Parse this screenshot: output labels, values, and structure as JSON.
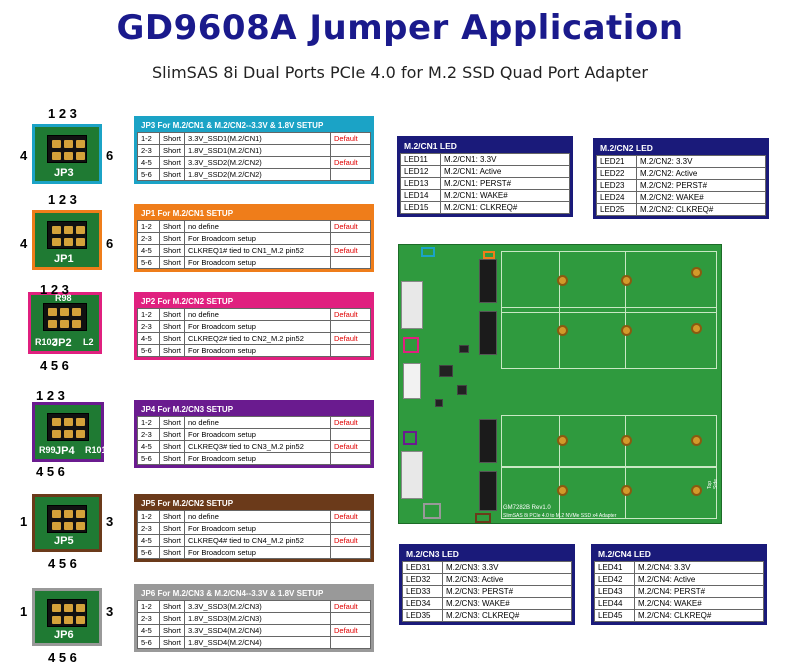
{
  "title": "GD9608A Jumper Application",
  "subtitle": "SlimSAS 8i Dual Ports PCIe 4.0 for M.2 SSD Quad Port Adapter",
  "colors": {
    "title": "#1a1a8c",
    "jp3": "#1ba3c6",
    "jp1": "#ef7d1a",
    "jp2": "#e0207f",
    "jp4": "#6a1b8f",
    "jp5": "#6b3a1a",
    "jp6": "#999999",
    "led": "#1a1a7a",
    "default": "#e00000"
  },
  "jumper_photos": [
    {
      "id": "jp3",
      "silk": "JP3",
      "top_labels": "1 2 3",
      "left_label": "4",
      "right_label": "6",
      "bottom_labels": ""
    },
    {
      "id": "jp1",
      "silk": "JP1",
      "top_labels": "1 2 3",
      "left_label": "4",
      "right_label": "6",
      "bottom_labels": ""
    },
    {
      "id": "jp2",
      "silk": "JP2",
      "silk2": "R102",
      "silk3": "L2",
      "silk4": "R98",
      "top_labels": "1 2 3",
      "left_label": "",
      "right_label": "",
      "bottom_labels": "4 5 6"
    },
    {
      "id": "jp4",
      "silk": "JP4",
      "silk2": "R99",
      "silk3": "R101",
      "top_labels": "1 2 3",
      "left_label": "",
      "right_label": "",
      "bottom_labels": "4 5 6"
    },
    {
      "id": "jp5",
      "silk": "JP5",
      "top_labels": "",
      "left_label": "1",
      "right_label": "3",
      "bottom_labels": "4 5 6"
    },
    {
      "id": "jp6",
      "silk": "JP6",
      "top_labels": "",
      "left_label": "1",
      "right_label": "3",
      "bottom_labels": "4 5 6"
    }
  ],
  "jumper_tables": [
    {
      "id": "jp3",
      "header": "JP3 For M.2/CN1 & M.2/CN2--3.3V & 1.8V SETUP",
      "rows": [
        {
          "pins": "1-2",
          "state": "Short",
          "desc": "3.3V_SSD1(M.2/CN1)",
          "def": "Default"
        },
        {
          "pins": "2-3",
          "state": "Short",
          "desc": "1.8V_SSD1(M.2/CN1)",
          "def": ""
        },
        {
          "pins": "4-5",
          "state": "Short",
          "desc": "3.3V_SSD2(M.2/CN2)",
          "def": "Default"
        },
        {
          "pins": "5-6",
          "state": "Short",
          "desc": "1.8V_SSD2(M.2/CN2)",
          "def": ""
        }
      ]
    },
    {
      "id": "jp1",
      "header": "JP1 For M.2/CN1 SETUP",
      "rows": [
        {
          "pins": "1-2",
          "state": "Short",
          "desc": "no define",
          "def": "Default"
        },
        {
          "pins": "2-3",
          "state": "Short",
          "desc": "For Broadcom setup",
          "def": ""
        },
        {
          "pins": "4-5",
          "state": "Short",
          "desc": "CLKREQ1# tied to CN1_M.2 pin52",
          "def": "Default"
        },
        {
          "pins": "5-6",
          "state": "Short",
          "desc": "For Broadcom setup",
          "def": ""
        }
      ]
    },
    {
      "id": "jp2",
      "header": "JP2 For M.2/CN2 SETUP",
      "rows": [
        {
          "pins": "1-2",
          "state": "Short",
          "desc": "no define",
          "def": "Default"
        },
        {
          "pins": "2-3",
          "state": "Short",
          "desc": "For Broadcom setup",
          "def": ""
        },
        {
          "pins": "4-5",
          "state": "Short",
          "desc": "CLKREQ2# tied to CN2_M.2 pin52",
          "def": "Default"
        },
        {
          "pins": "5-6",
          "state": "Short",
          "desc": "For Broadcom setup",
          "def": ""
        }
      ]
    },
    {
      "id": "jp4",
      "header": "JP4 For M.2/CN3 SETUP",
      "rows": [
        {
          "pins": "1-2",
          "state": "Short",
          "desc": "no define",
          "def": "Default"
        },
        {
          "pins": "2-3",
          "state": "Short",
          "desc": "For Broadcom setup",
          "def": ""
        },
        {
          "pins": "4-5",
          "state": "Short",
          "desc": "CLKREQ3# tied to CN3_M.2 pin52",
          "def": "Default"
        },
        {
          "pins": "5-6",
          "state": "Short",
          "desc": "For Broadcom setup",
          "def": ""
        }
      ]
    },
    {
      "id": "jp5",
      "header": "JP5 For M.2/CN2 SETUP",
      "rows": [
        {
          "pins": "1-2",
          "state": "Short",
          "desc": "no define",
          "def": "Default"
        },
        {
          "pins": "2-3",
          "state": "Short",
          "desc": "For Broadcom setup",
          "def": ""
        },
        {
          "pins": "4-5",
          "state": "Short",
          "desc": "CLKREQ4# tied to CN4_M.2 pin52",
          "def": "Default"
        },
        {
          "pins": "5-6",
          "state": "Short",
          "desc": "For Broadcom setup",
          "def": ""
        }
      ]
    },
    {
      "id": "jp6",
      "header": "JP6 For M.2/CN3 & M.2/CN4--3.3V & 1.8V SETUP",
      "rows": [
        {
          "pins": "1-2",
          "state": "Short",
          "desc": "3.3V_SSD3(M.2/CN3)",
          "def": "Default"
        },
        {
          "pins": "2-3",
          "state": "Short",
          "desc": "1.8V_SSD3(M.2/CN3)",
          "def": ""
        },
        {
          "pins": "4-5",
          "state": "Short",
          "desc": "3.3V_SSD4(M.2/CN4)",
          "def": "Default"
        },
        {
          "pins": "5-6",
          "state": "Short",
          "desc": "1.8V_SSD4(M.2/CN4)",
          "def": ""
        }
      ]
    }
  ],
  "led_tables": [
    {
      "id": "cn1",
      "header": "M.2/CN1 LED",
      "rows": [
        {
          "led": "LED11",
          "desc": "M.2/CN1: 3.3V"
        },
        {
          "led": "LED12",
          "desc": "M.2/CN1: Active"
        },
        {
          "led": "LED13",
          "desc": "M.2/CN1: PERST#"
        },
        {
          "led": "LED14",
          "desc": "M.2/CN1: WAKE#"
        },
        {
          "led": "LED15",
          "desc": "M.2/CN1: CLKREQ#"
        }
      ]
    },
    {
      "id": "cn2",
      "header": "M.2/CN2 LED",
      "rows": [
        {
          "led": "LED21",
          "desc": "M.2/CN2: 3.3V"
        },
        {
          "led": "LED22",
          "desc": "M.2/CN2: Active"
        },
        {
          "led": "LED23",
          "desc": "M.2/CN2: PERST#"
        },
        {
          "led": "LED24",
          "desc": "M.2/CN2: WAKE#"
        },
        {
          "led": "LED25",
          "desc": "M.2/CN2: CLKREQ#"
        }
      ]
    },
    {
      "id": "cn3",
      "header": "M.2/CN3 LED",
      "rows": [
        {
          "led": "LED31",
          "desc": "M.2/CN3: 3.3V"
        },
        {
          "led": "LED32",
          "desc": "M.2/CN3: Active"
        },
        {
          "led": "LED33",
          "desc": "M.2/CN3: PERST#"
        },
        {
          "led": "LED34",
          "desc": "M.2/CN3: WAKE#"
        },
        {
          "led": "LED35",
          "desc": "M.2/CN3: CLKREQ#"
        }
      ]
    },
    {
      "id": "cn4",
      "header": "M.2/CN4 LED",
      "rows": [
        {
          "led": "LED41",
          "desc": "M.2/CN4: 3.3V"
        },
        {
          "led": "LED42",
          "desc": "M.2/CN4: Active"
        },
        {
          "led": "LED43",
          "desc": "M.2/CN4: PERST#"
        },
        {
          "led": "LED44",
          "desc": "M.2/CN4: WAKE#"
        },
        {
          "led": "LED45",
          "desc": "M.2/CN4: CLKREQ#"
        }
      ]
    }
  ],
  "board": {
    "silk_model": "GM7282B Rev1.0",
    "silk_name": "SlimSAS 8i PCIe 4.0 to M.2 NVMe SSD x4 Adapter",
    "silk_side": "Top Side"
  }
}
